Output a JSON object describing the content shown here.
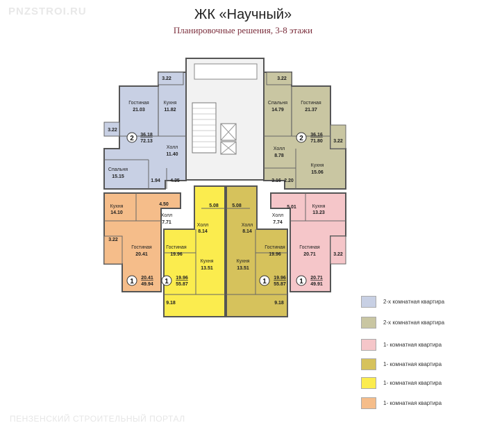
{
  "watermark_top": "PNZSTROI.RU",
  "watermark_bottom": "ПЕНЗЕНСКИЙ СТРОИТЕЛЬНЫЙ ПОРТАЛ",
  "title": "ЖК «Научный»",
  "subtitle": "Планировочные решения, 3-8 этажи",
  "colors": {
    "two_room_blue": "#c8d0e4",
    "two_room_olive": "#c9c6a2",
    "one_room_pink": "#f5c6c9",
    "one_room_darkyellow": "#d6c25c",
    "one_room_yellow": "#fbec4e",
    "one_room_orange": "#f5bd8a",
    "wall": "#555555",
    "core": "#f2f2f2"
  },
  "legend": [
    {
      "label": "2-х комнатная квартира",
      "color": "#c8d0e4"
    },
    {
      "label": "2-х комнатная квартира",
      "color": "#c9c6a2"
    },
    {
      "label": "1- комнатная квартира",
      "color": "#f5c6c9"
    },
    {
      "label": "1- комнатная квартира",
      "color": "#d6c25c"
    },
    {
      "label": "1- комнатная квартира",
      "color": "#fbec4e"
    },
    {
      "label": "1- комнатная квартира",
      "color": "#f5bd8a"
    }
  ],
  "apartments": [
    {
      "rooms": "2",
      "living": "36.18",
      "total": "72.13",
      "rooms_list": [
        {
          "name": "Гостиная",
          "area": "21.03"
        },
        {
          "name": "Кухня",
          "area": "11.82"
        },
        {
          "name": "Холл",
          "area": "11.40"
        },
        {
          "name": "Спальня",
          "area": "15.15"
        }
      ],
      "small": [
        "3.22",
        "3.22",
        "1.94",
        "4.35"
      ]
    },
    {
      "rooms": "2",
      "living": "36.16",
      "total": "71.80",
      "rooms_list": [
        {
          "name": "Спальня",
          "area": "14.79"
        },
        {
          "name": "Гостиная",
          "area": "21.37"
        },
        {
          "name": "Холл",
          "area": "8.78"
        },
        {
          "name": "Кухня",
          "area": "15.06"
        }
      ],
      "small": [
        "3.22",
        "3.22",
        "3.16",
        "2.20"
      ]
    },
    {
      "rooms": "1",
      "living": "20.41",
      "total": "49.94",
      "rooms_list": [
        {
          "name": "Кухня",
          "area": "14.10"
        },
        {
          "name": "Холл",
          "area": "7.71"
        },
        {
          "name": "Гостиная",
          "area": "20.41"
        }
      ],
      "small": [
        "4.50",
        "3.22"
      ]
    },
    {
      "rooms": "1",
      "living": "19.96",
      "total": "55.87",
      "rooms_list": [
        {
          "name": "Холл",
          "area": "8.14"
        },
        {
          "name": "Гостиная",
          "area": "19.96"
        },
        {
          "name": "Кухня",
          "area": "13.51"
        }
      ],
      "small": [
        "5.08",
        "9.18"
      ]
    },
    {
      "rooms": "1",
      "living": "19.96",
      "total": "55.87",
      "rooms_list": [
        {
          "name": "Холл",
          "area": "8.14"
        },
        {
          "name": "Кухня",
          "area": "13.51"
        },
        {
          "name": "Гостиная",
          "area": "19.96"
        }
      ],
      "small": [
        "5.08",
        "9.18"
      ]
    },
    {
      "rooms": "1",
      "living": "20.71",
      "total": "49.91",
      "rooms_list": [
        {
          "name": "Кухня",
          "area": "13.23"
        },
        {
          "name": "Холл",
          "area": "7.74"
        },
        {
          "name": "Гостиная",
          "area": "20.71"
        }
      ],
      "small": [
        "5.01",
        "3.22"
      ]
    }
  ]
}
